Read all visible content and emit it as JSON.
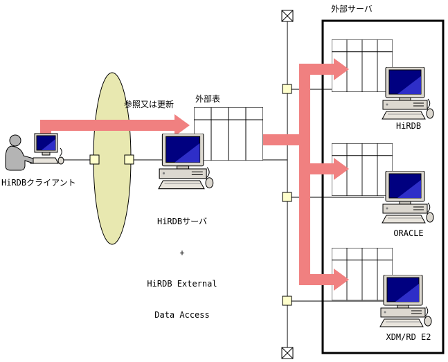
{
  "diagram": {
    "labels": {
      "client": "HiRDBクライアント",
      "operation": "参照又は更新",
      "external_table": "外部表",
      "external_server_box": "外部サーバ"
    },
    "server": {
      "line1": "HiRDBサーバ",
      "line2": "+",
      "line3": "HiRDB External",
      "line4": "Data Access"
    },
    "external_servers": [
      {
        "name": "HiRDB"
      },
      {
        "name": "ORACLE"
      },
      {
        "name": "XDM/RD E2"
      }
    ],
    "colors": {
      "arrow": "#f08080",
      "network_ellipse": "#e8e8b0",
      "node_square": "#ffffcc",
      "screen": "#000080"
    }
  }
}
